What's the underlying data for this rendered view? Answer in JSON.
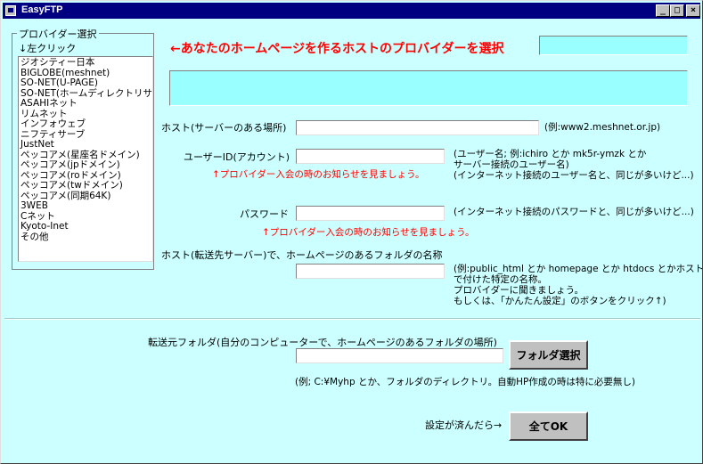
{
  "window": {
    "title": "EasyFTP",
    "minimize_glyph": "_",
    "maximize_glyph": "□",
    "close_glyph": "×"
  },
  "provider": {
    "group_label": "プロバイダー選択",
    "left_click": "↓左クリック",
    "items": [
      "ジオシティー日本",
      "BIGLOBE(meshnet)",
      "SO-NET(U-PAGE)",
      "SO-NET(ホームディレクトリサービス",
      "ASAHIネット",
      "リムネット",
      "インフォウェブ",
      "ニフティサーブ",
      "JustNet",
      "ペッコアメ(星座名ドメイン)",
      "ペッコアメ(jpドメイン)",
      "ペッコアメ(roドメイン)",
      "ペッコアメ(twドメイン)",
      "ペッコアメ(同期64K)",
      "3WEB",
      "Cネット",
      "Kyoto-Inet",
      "その他"
    ]
  },
  "headline": "←あなたのホームページを作るホストのプロバイダーを選択",
  "host": {
    "label": "ホスト(サーバーのある場所)",
    "value": "",
    "hint": "(例:www2.meshnet.or.jp)"
  },
  "user": {
    "label": "ユーザーID(アカウント)",
    "value": "",
    "hint_line1": "(ユーザー名;  例:ichiro とか mk5r-ymzk とか",
    "hint_line2": "サーバー接続のユーザー名)",
    "hint_line3": "(インターネット接続のユーザー名と、同じが多いけど...)",
    "notice": "↑プロバイダー入会の時のお知らせを見ましょう。"
  },
  "password": {
    "label": "パスワード",
    "value": "",
    "hint": "(インターネット接続のパスワードと、同じが多いけど...)",
    "notice": "↑プロバイダー入会の時のお知らせを見ましょう。"
  },
  "remote_folder": {
    "label": "ホスト(転送先サーバー)で、ホームページのあるフォルダの名称",
    "value": "",
    "hint_line1": "(例:public_html とか homepage とか htdocs とかホスト",
    "hint_line2": "で付けた特定の名称。",
    "hint_line3": "プロバイダーに聞きましょう。",
    "hint_line4": "もしくは、「かんたん設定」のボタンをクリック↑)"
  },
  "local_folder": {
    "label": "転送元フォルダ(自分のコンピューターで、ホームページのあるフォルダの場所)",
    "value": "",
    "button": "フォルダ選択",
    "hint": "(例; C:¥Myhp とか、フォルダのディレクトリ。自動HP作成の時は特に必要無し)"
  },
  "finish": {
    "label": "設定が済んだら→",
    "button": "全てOK"
  },
  "colors": {
    "background": "#ccffff",
    "highlight_box": "#99ffff",
    "notice": "#ff0000",
    "titlebar": "#000080"
  }
}
